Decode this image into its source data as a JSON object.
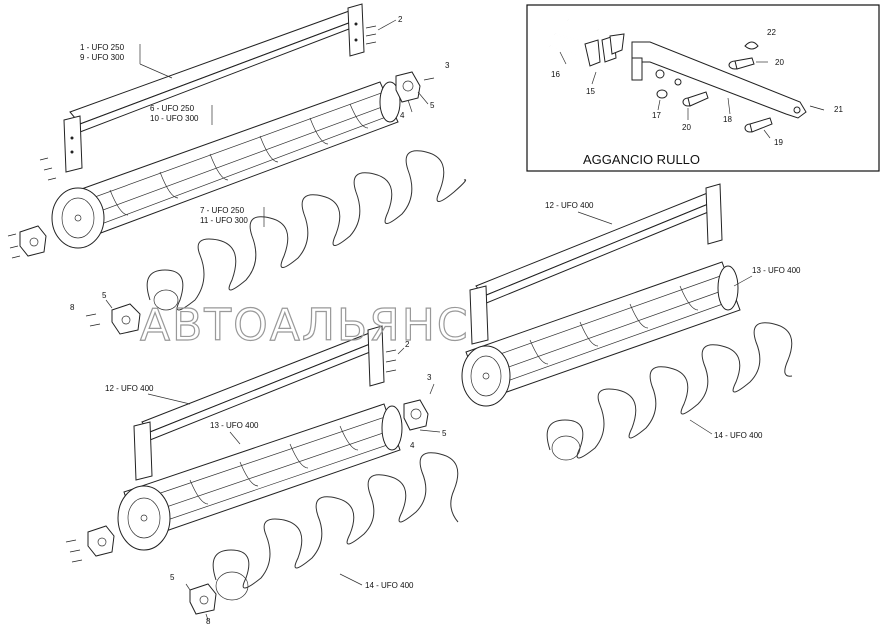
{
  "inset": {
    "title": "AGGANCIO RULLO",
    "callouts": [
      "22",
      "20",
      "16",
      "15",
      "17",
      "20",
      "18",
      "21",
      "19"
    ]
  },
  "labels": {
    "l1a": "1 - UFO 250",
    "l1b": "9 - UFO 300",
    "l6a": "6 - UFO 250",
    "l6b": "10 - UFO 300",
    "l7a": "7 - UFO 250",
    "l7b": "11 - UFO 300",
    "l12a": "12 - UFO 400",
    "l13a": "13 - UFO 400",
    "l14a": "14 - UFO 400",
    "l12b": "12 - UFO 400",
    "l13b": "13 - UFO 400",
    "l14b": "14 - UFO 400"
  },
  "callouts": {
    "c2a": "2",
    "c3a": "3",
    "c4a": "4",
    "c5a": "5",
    "c5b": "5",
    "c8a": "8",
    "c2b": "2",
    "c3b": "3",
    "c4b": "4",
    "c5c": "5",
    "c5d": "5",
    "c8b": "8"
  },
  "watermark": "АВТОАЛЬЯНС"
}
